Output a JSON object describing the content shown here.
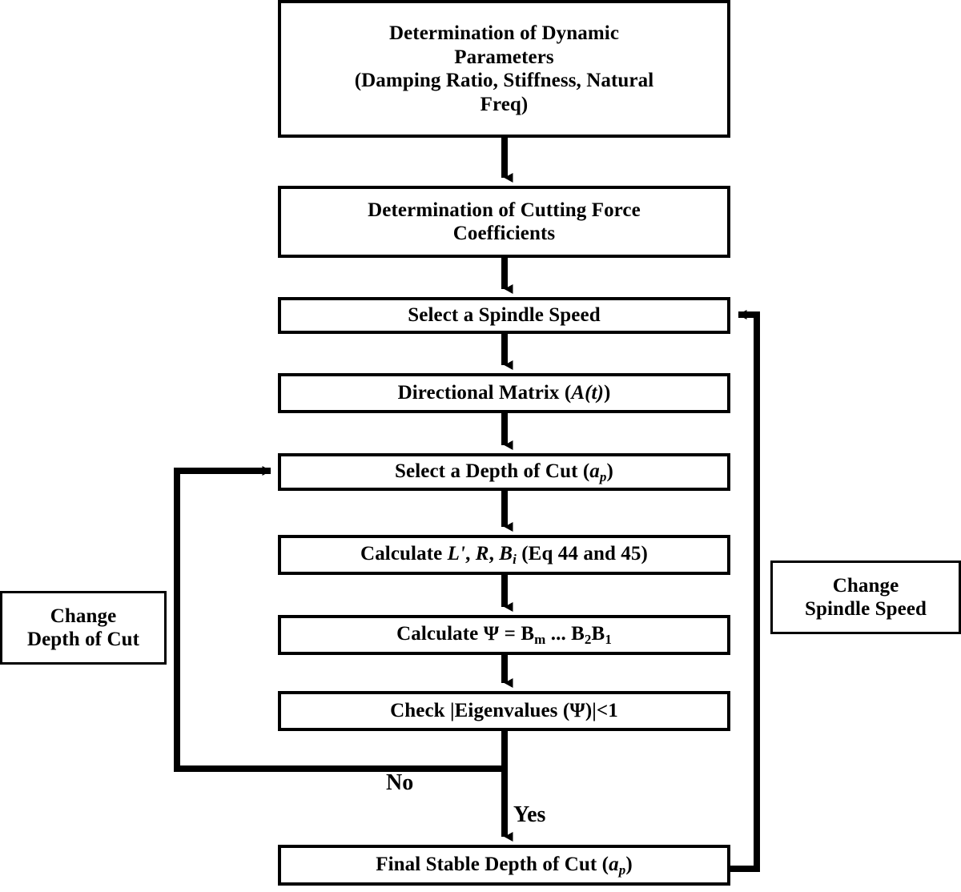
{
  "diagram": {
    "title": "Chatter Stability Lobe Determination Flowchart",
    "background_color": "#ffffff",
    "line_color": "#000000",
    "text_color": "#000000",
    "nodes": [
      {
        "id": "dynamic-parameters",
        "label": "Determination of Dynamic Parameters\n(Damping Ratio, Stiffness, Natural Freq)",
        "line1": "Determination of Dynamic",
        "line2": "Parameters",
        "line3": "(Damping Ratio, Stiffness, Natural",
        "line4": "Freq)"
      },
      {
        "id": "cutting-force-coefficients",
        "label": "Determination of Cutting Force Coefficients",
        "line1": "Determination of Cutting Force",
        "line2": "Coefficients"
      },
      {
        "id": "select-spindle-speed",
        "label": "Select a Spindle Speed"
      },
      {
        "id": "directional-matrix",
        "label": "Directional Matrix (A(t))",
        "prefix": "Directional Matrix (",
        "italic": "A(t)",
        "suffix": ")"
      },
      {
        "id": "select-depth-of-cut",
        "label": "Select a Depth of Cut (ap)",
        "prefix": "Select a Depth of Cut (",
        "italic_base": "a",
        "italic_sub": "p",
        "suffix": ")"
      },
      {
        "id": "calculate-lrb",
        "label": "Calculate L', R, Bi  (Eq 44 and 45)",
        "prefix": "Calculate ",
        "italic1": "L'",
        "sep1": ", ",
        "italic2": "R",
        "sep2": ", ",
        "italic3_base": "B",
        "italic3_sub": "i",
        "suffix": "  (Eq 44 and 45)"
      },
      {
        "id": "calculate-psi",
        "label": "Calculate Ψ = Bm ... B2B1",
        "prefix": "Calculate Ψ = B",
        "sub1": "m",
        "mid": " ... B",
        "sub2": "2",
        "tail": "B",
        "sub3": "1"
      },
      {
        "id": "check-eigenvalues",
        "label": "Check  |Eigenvalues (Ψ)|<1"
      },
      {
        "id": "final-stable-depth",
        "label": "Final Stable Depth of Cut (ap)",
        "prefix": "Final Stable Depth of Cut (",
        "italic_base": "a",
        "italic_sub": "p",
        "suffix": ")"
      },
      {
        "id": "change-depth-of-cut",
        "label": "Change Depth of Cut",
        "line1": "Change",
        "line2": "Depth of Cut"
      },
      {
        "id": "change-spindle-speed",
        "label": "Change Spindle Speed",
        "line1": "Change",
        "line2": "Spindle Speed"
      }
    ],
    "edge_labels": {
      "no": "No",
      "yes": "Yes"
    }
  }
}
